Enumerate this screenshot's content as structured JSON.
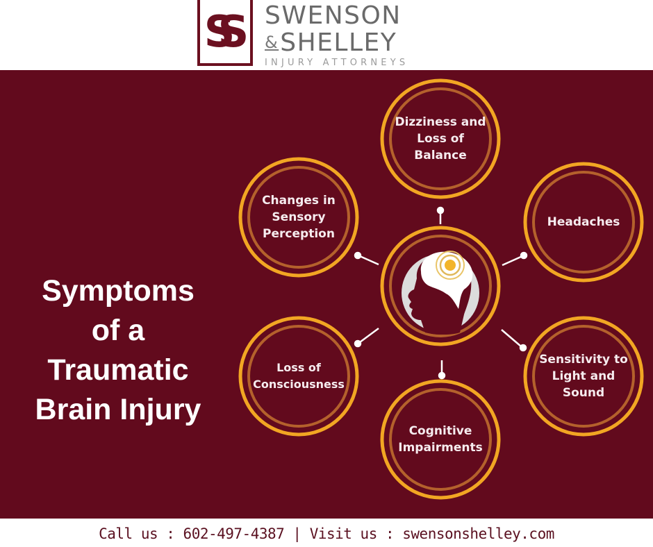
{
  "header": {
    "logo_mark": "SS",
    "firm_line1": "SWENSON",
    "firm_amp": "&",
    "firm_line2": "SHELLEY",
    "tagline": "INJURY ATTORNEYS"
  },
  "main": {
    "title_lines": [
      "Symptoms",
      "of a",
      "Traumatic",
      "Brain Injury"
    ],
    "center_icon": "head-brain-impact-icon",
    "symptoms": [
      {
        "label": "Dizziness and Loss of Balance",
        "position": "top"
      },
      {
        "label": "Headaches",
        "position": "upper-right"
      },
      {
        "label": "Sensitivity to Light and Sound",
        "position": "lower-right"
      },
      {
        "label": "Cognitive Impairments",
        "position": "bottom"
      },
      {
        "label": "Loss of Consciousness",
        "position": "lower-left"
      },
      {
        "label": "Changes in Sensory Perception",
        "position": "upper-left"
      }
    ]
  },
  "footer": {
    "contact": "Call us : 602-497-4387 | Visit us : swensonshelley.com"
  },
  "colors": {
    "background": "#620a1d",
    "outer_ring": "#f2a623",
    "inner_ring": "#b4612c",
    "text": "#f6ecef",
    "logo_maroon": "#6b1020",
    "logo_gray": "#6a6a6a"
  }
}
